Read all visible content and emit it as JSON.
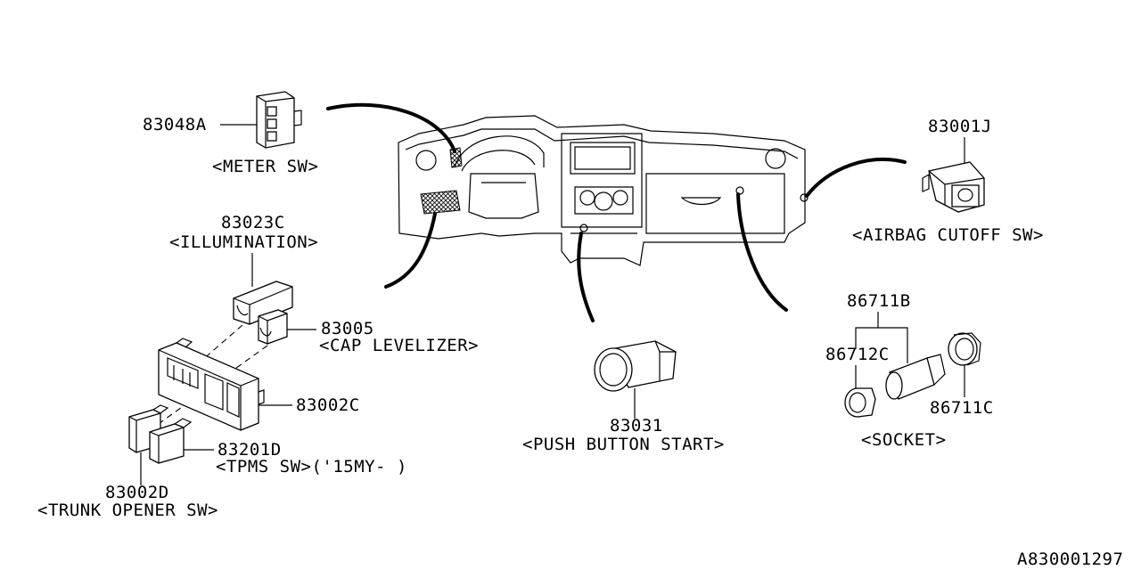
{
  "parts": {
    "meter_sw": {
      "number": "83048A",
      "caption": "<METER SW>"
    },
    "illumination": {
      "number": "83023C",
      "caption": "<ILLUMINATION>"
    },
    "cap_levelizer": {
      "number": "83005",
      "caption": "<CAP LEVELIZER>"
    },
    "panel": {
      "number": "83002C"
    },
    "tpms_sw": {
      "number": "83201D",
      "caption": "<TPMS SW>('15MY- )"
    },
    "trunk_opener": {
      "number": "83002D",
      "caption": "<TRUNK OPENER SW>"
    },
    "push_start": {
      "number": "83031",
      "caption": "<PUSH BUTTON START>"
    },
    "airbag_cutoff": {
      "number": "83001J",
      "caption": "<AIRBAG CUTOFF SW>"
    },
    "socket_group": {
      "number": "86711B",
      "caption": "<SOCKET>"
    },
    "socket_cap": {
      "number": "86712C"
    },
    "socket_ring": {
      "number": "86711C"
    }
  },
  "footer": {
    "diagram_id": "A830001297"
  }
}
